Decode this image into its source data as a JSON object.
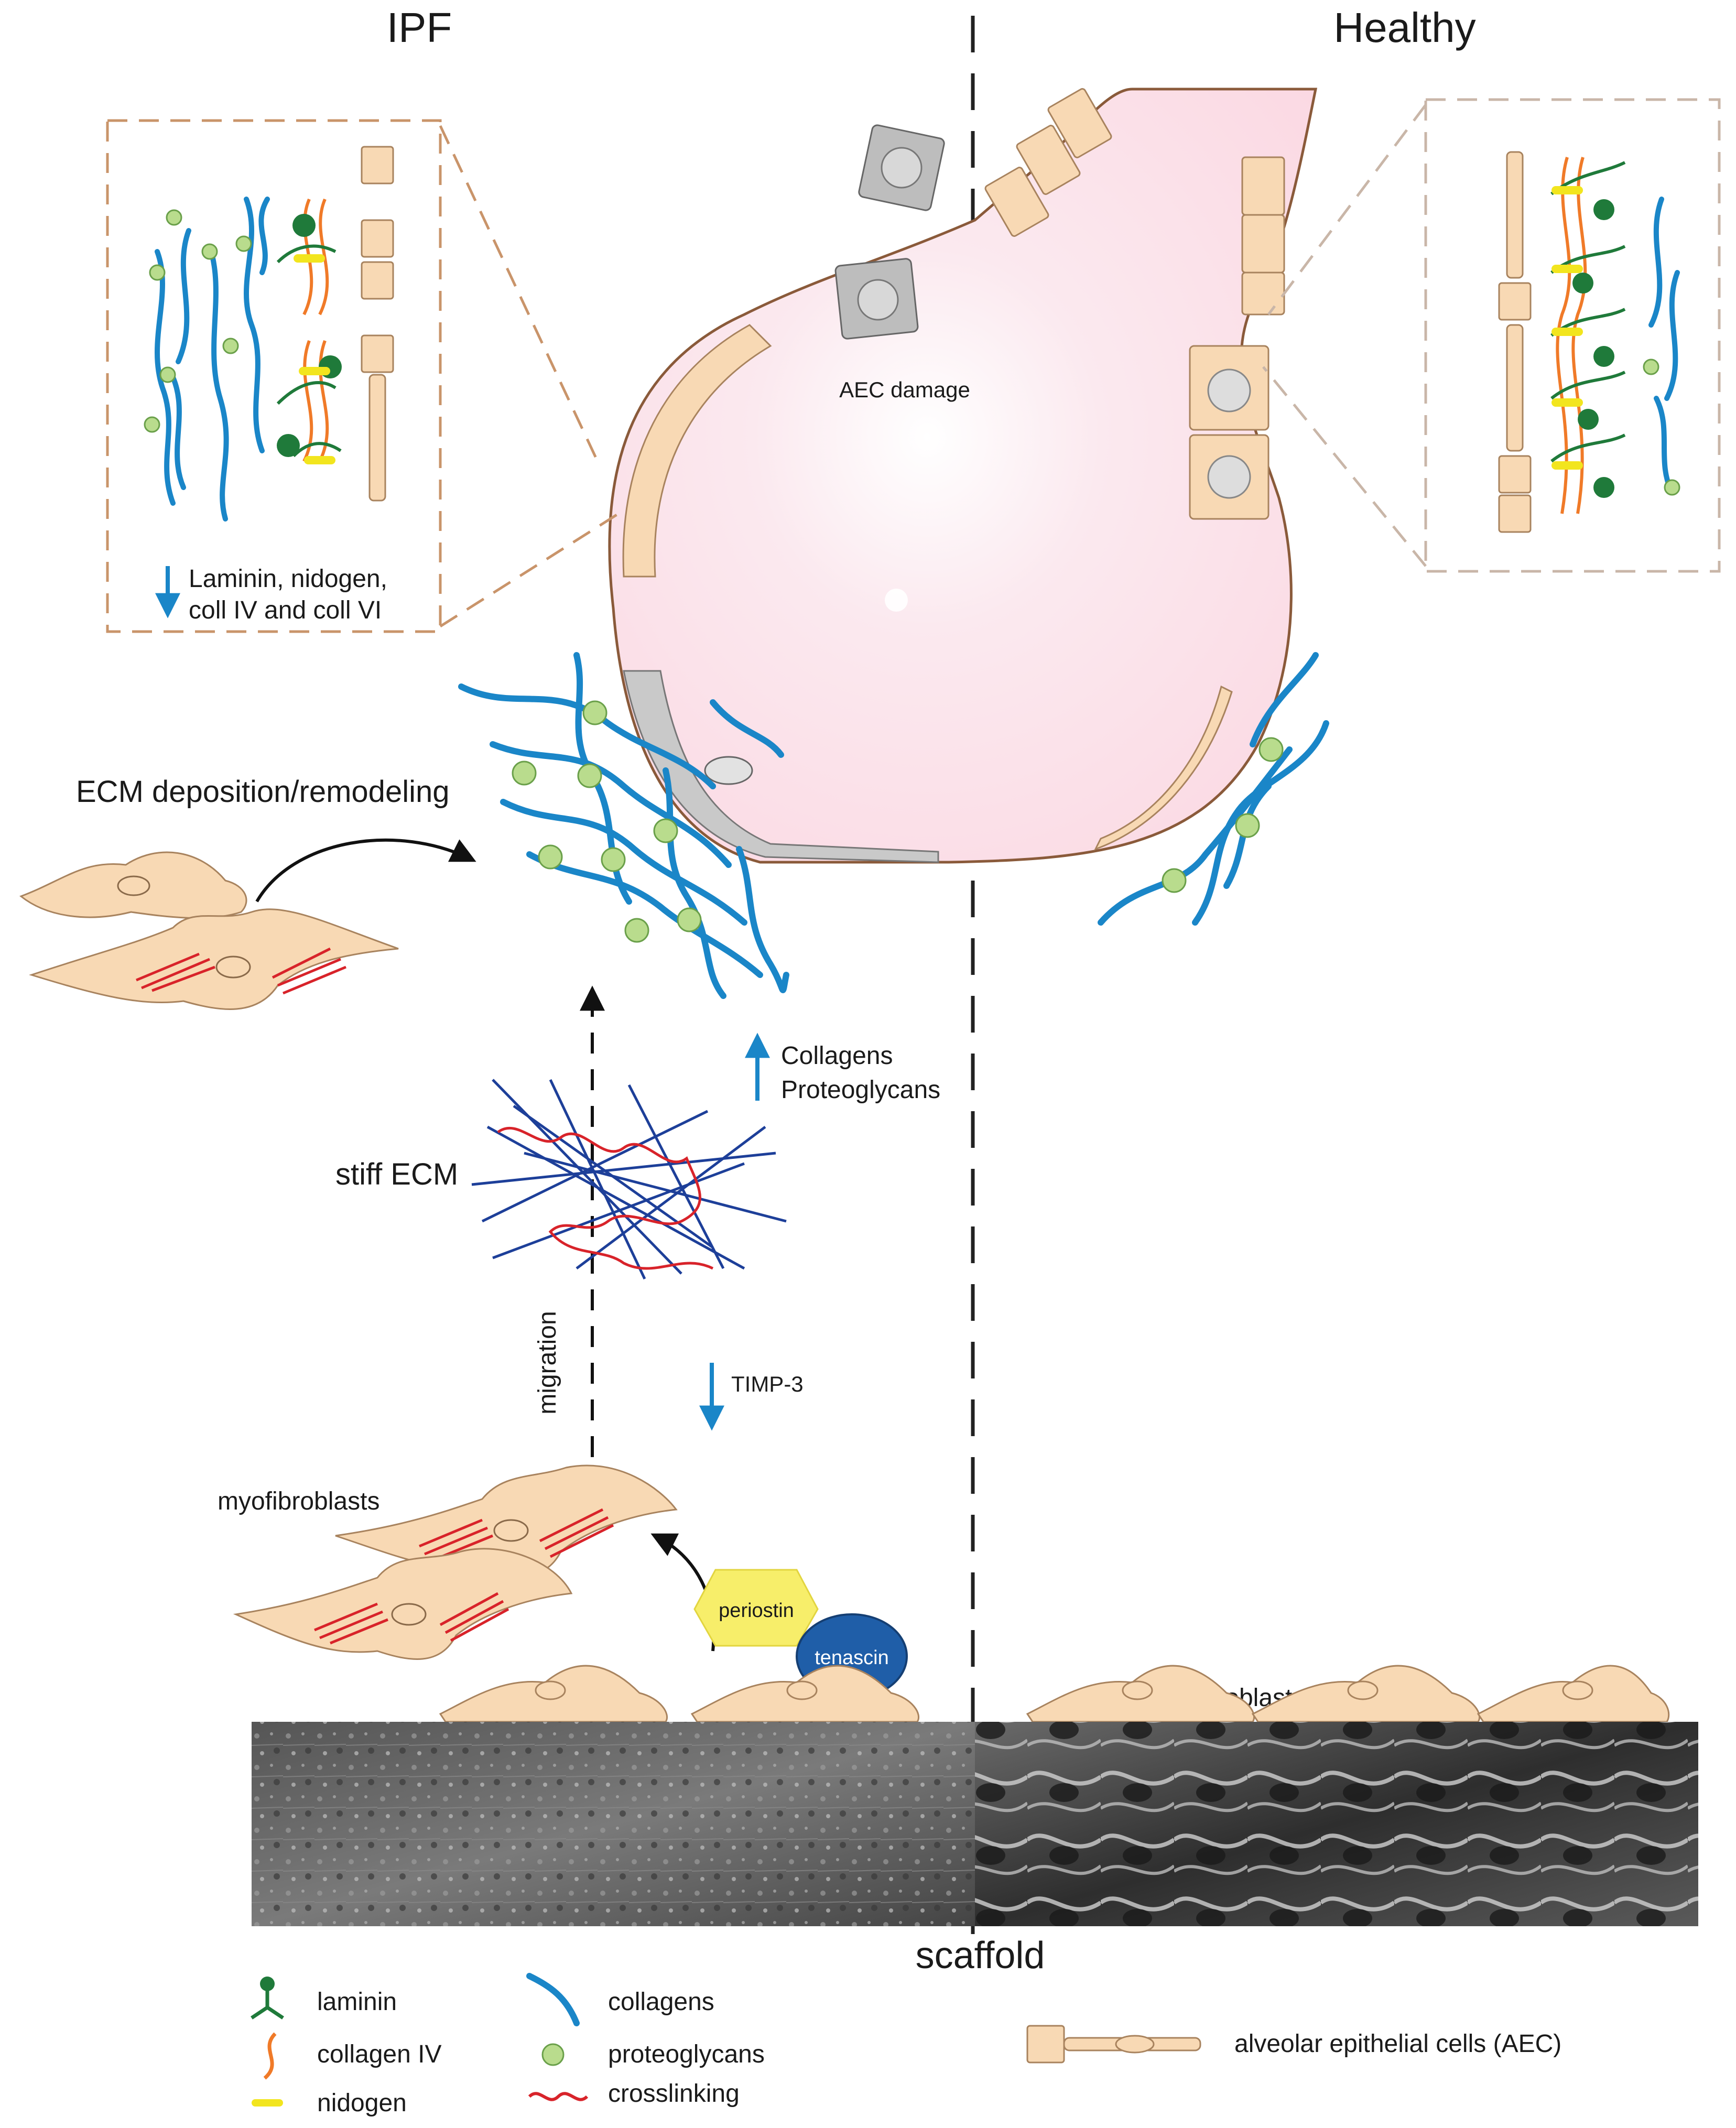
{
  "headings": {
    "left": "IPF",
    "right": "Healthy"
  },
  "labels": {
    "aec_damage": "AEC damage",
    "inset_decrease": [
      "Laminin, nidogen,",
      "coll IV and coll VI"
    ],
    "ecm_deposition": "ECM deposition/remodeling",
    "increase": [
      "Collagens",
      "Proteoglycans"
    ],
    "stiff_ecm": "stiff ECM",
    "migration": "migration",
    "timp3": "TIMP-3",
    "myofibroblasts": "myofibroblasts",
    "periostin": "periostin",
    "tenascin": "tenascin",
    "fibroblasts": "fibroblasts",
    "scaffold": "scaffold"
  },
  "legend": {
    "laminin": "laminin",
    "collagen_iv": "collagen IV",
    "nidogen": "nidogen",
    "collagens": "collagens",
    "proteoglycans": "proteoglycans",
    "crosslinking": "crosslinking",
    "aec": "alveolar epithelial cells (AEC)"
  },
  "colors": {
    "collagen": "#1a86c8",
    "proteoglycan": "#b9dc8d",
    "laminin": "#1f7a3a",
    "collagen_iv": "#f07a28",
    "nidogen": "#f2e51e",
    "crosslink": "#d8232a",
    "cell_fill": "#f8d9b4",
    "alveolus": "#fde3ea",
    "stiff_ecm": "#1d3f99",
    "periostin": "#f7ee6a",
    "tenascin": "#1f5ea8"
  }
}
